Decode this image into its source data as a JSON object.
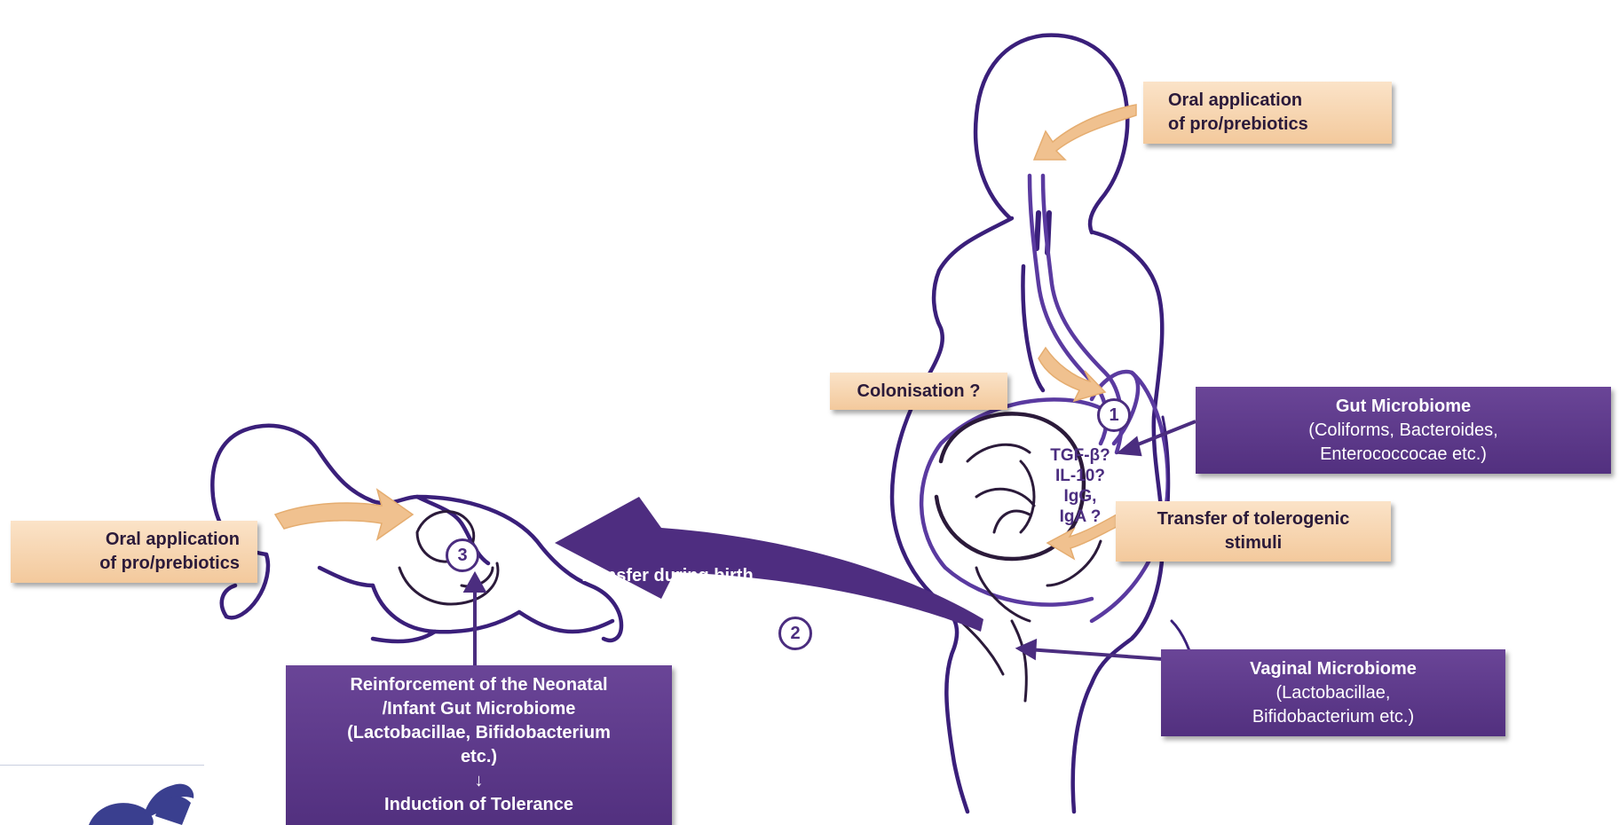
{
  "colors": {
    "outline": "#3a1f7a",
    "box_purple": "#5b3688",
    "box_tan": "#f6d3ac",
    "arrow_tan": "#f0c18f",
    "arrow_purple": "#4e2d80"
  },
  "labels": {
    "oral_top": [
      "Oral application",
      "of pro/prebiotics"
    ],
    "oral_left": [
      "Oral application",
      "of pro/prebiotics"
    ],
    "colonisation": "Colonisation ?",
    "gut_microbiome": {
      "title": "Gut Microbiome",
      "lines": [
        "(Coliforms, Bacteroides,",
        "Enterococcocae etc.)"
      ]
    },
    "transfer_tolerogenic": [
      "Transfer of tolerogenic",
      "stimuli"
    ],
    "vaginal_microbiome": {
      "title": "Vaginal Microbiome",
      "lines": [
        "(Lactobacillae,",
        "Bifidobacterium etc.)"
      ]
    },
    "reinforcement": [
      "Reinforcement of the Neonatal",
      "/Infant Gut Microbiome",
      "(Lactobacillae, Bifidobacterium",
      "etc.)"
    ],
    "arrow_glyph": "↓",
    "induction": "Induction of Tolerance",
    "transfer_birth": "Transfer during birth",
    "cytokines": [
      "TGF-β?",
      "IL-10?",
      "IgG,",
      "IgA ?"
    ],
    "num1": "1",
    "num2": "2",
    "num3": "3"
  },
  "icons": [
    "palm-tree-logo-icon"
  ]
}
